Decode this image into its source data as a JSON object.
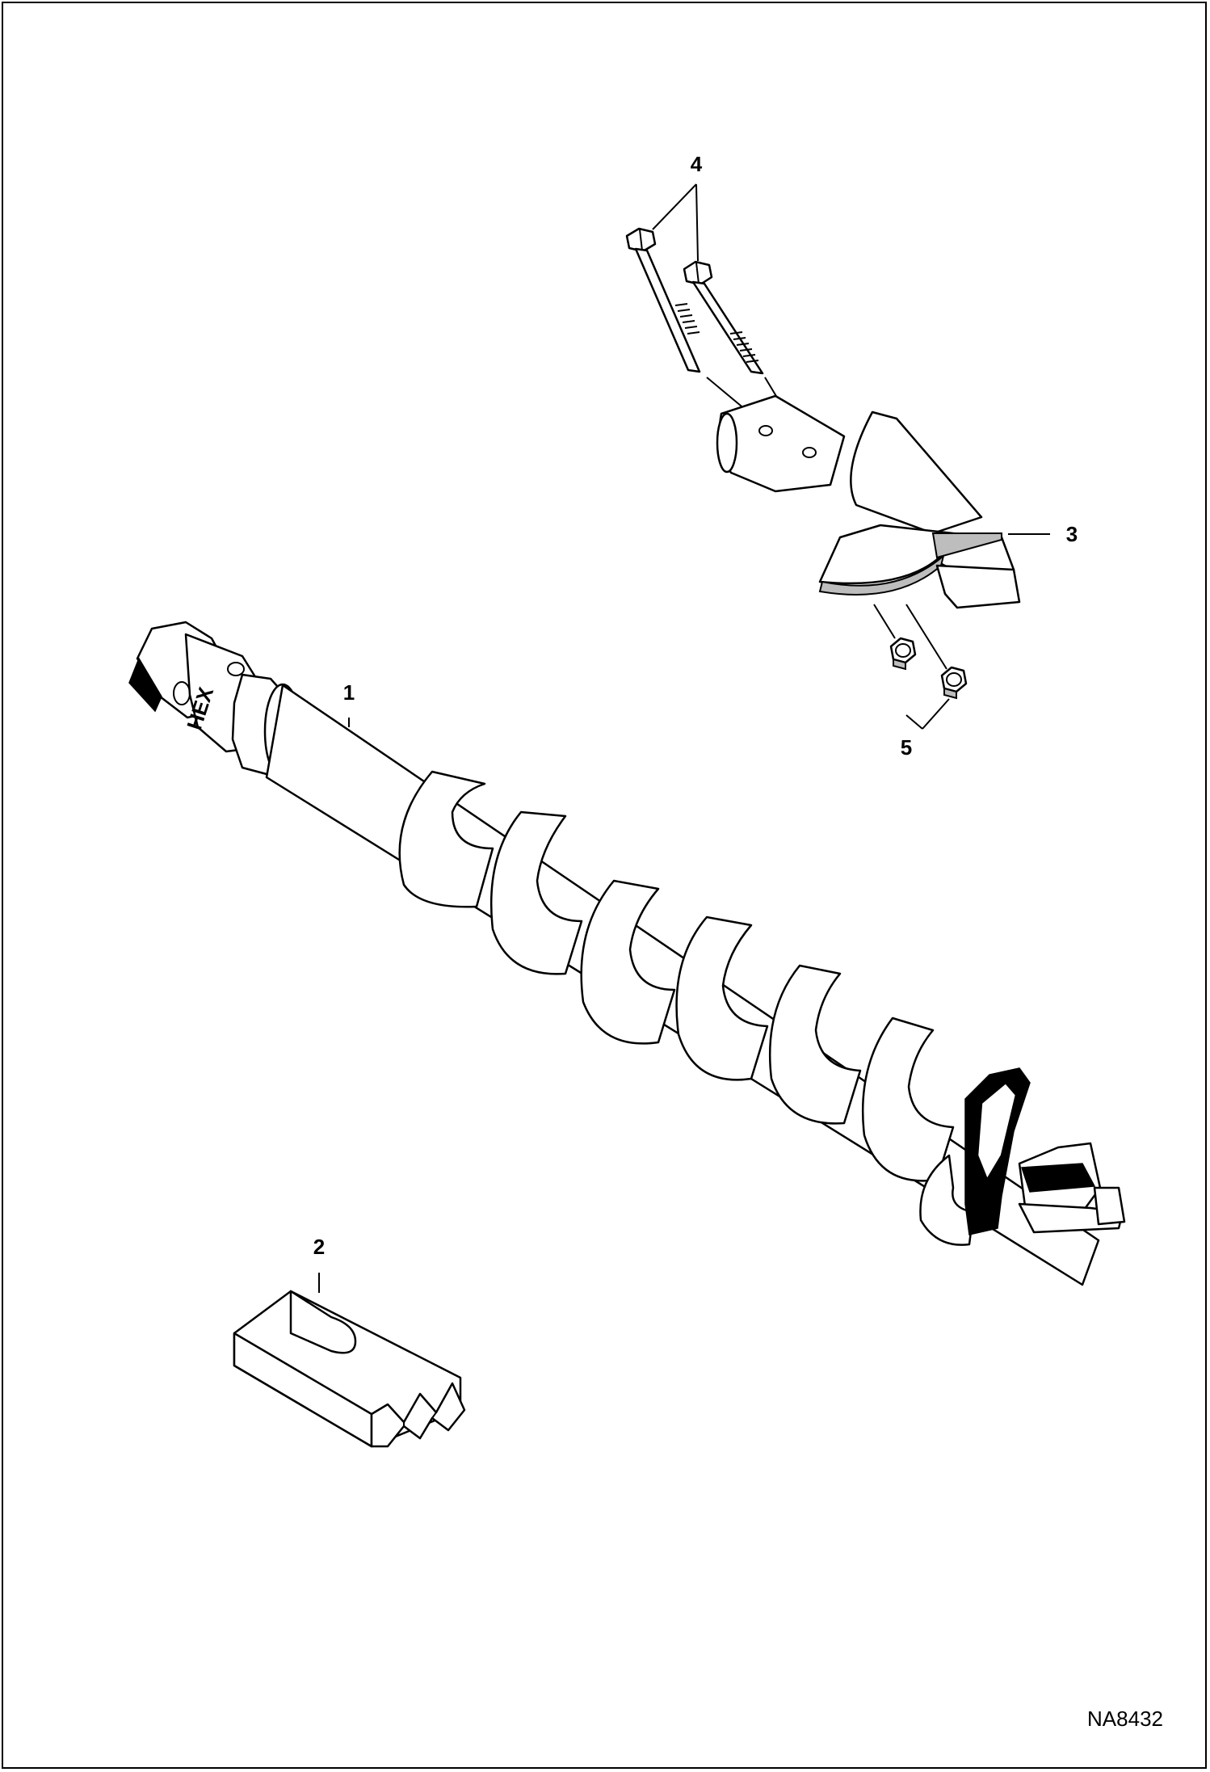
{
  "callouts": {
    "item1": "1",
    "item2": "2",
    "item3": "3",
    "item4": "4",
    "item5": "5"
  },
  "shaft_marking": "HEX",
  "figure_number": "NA8432"
}
